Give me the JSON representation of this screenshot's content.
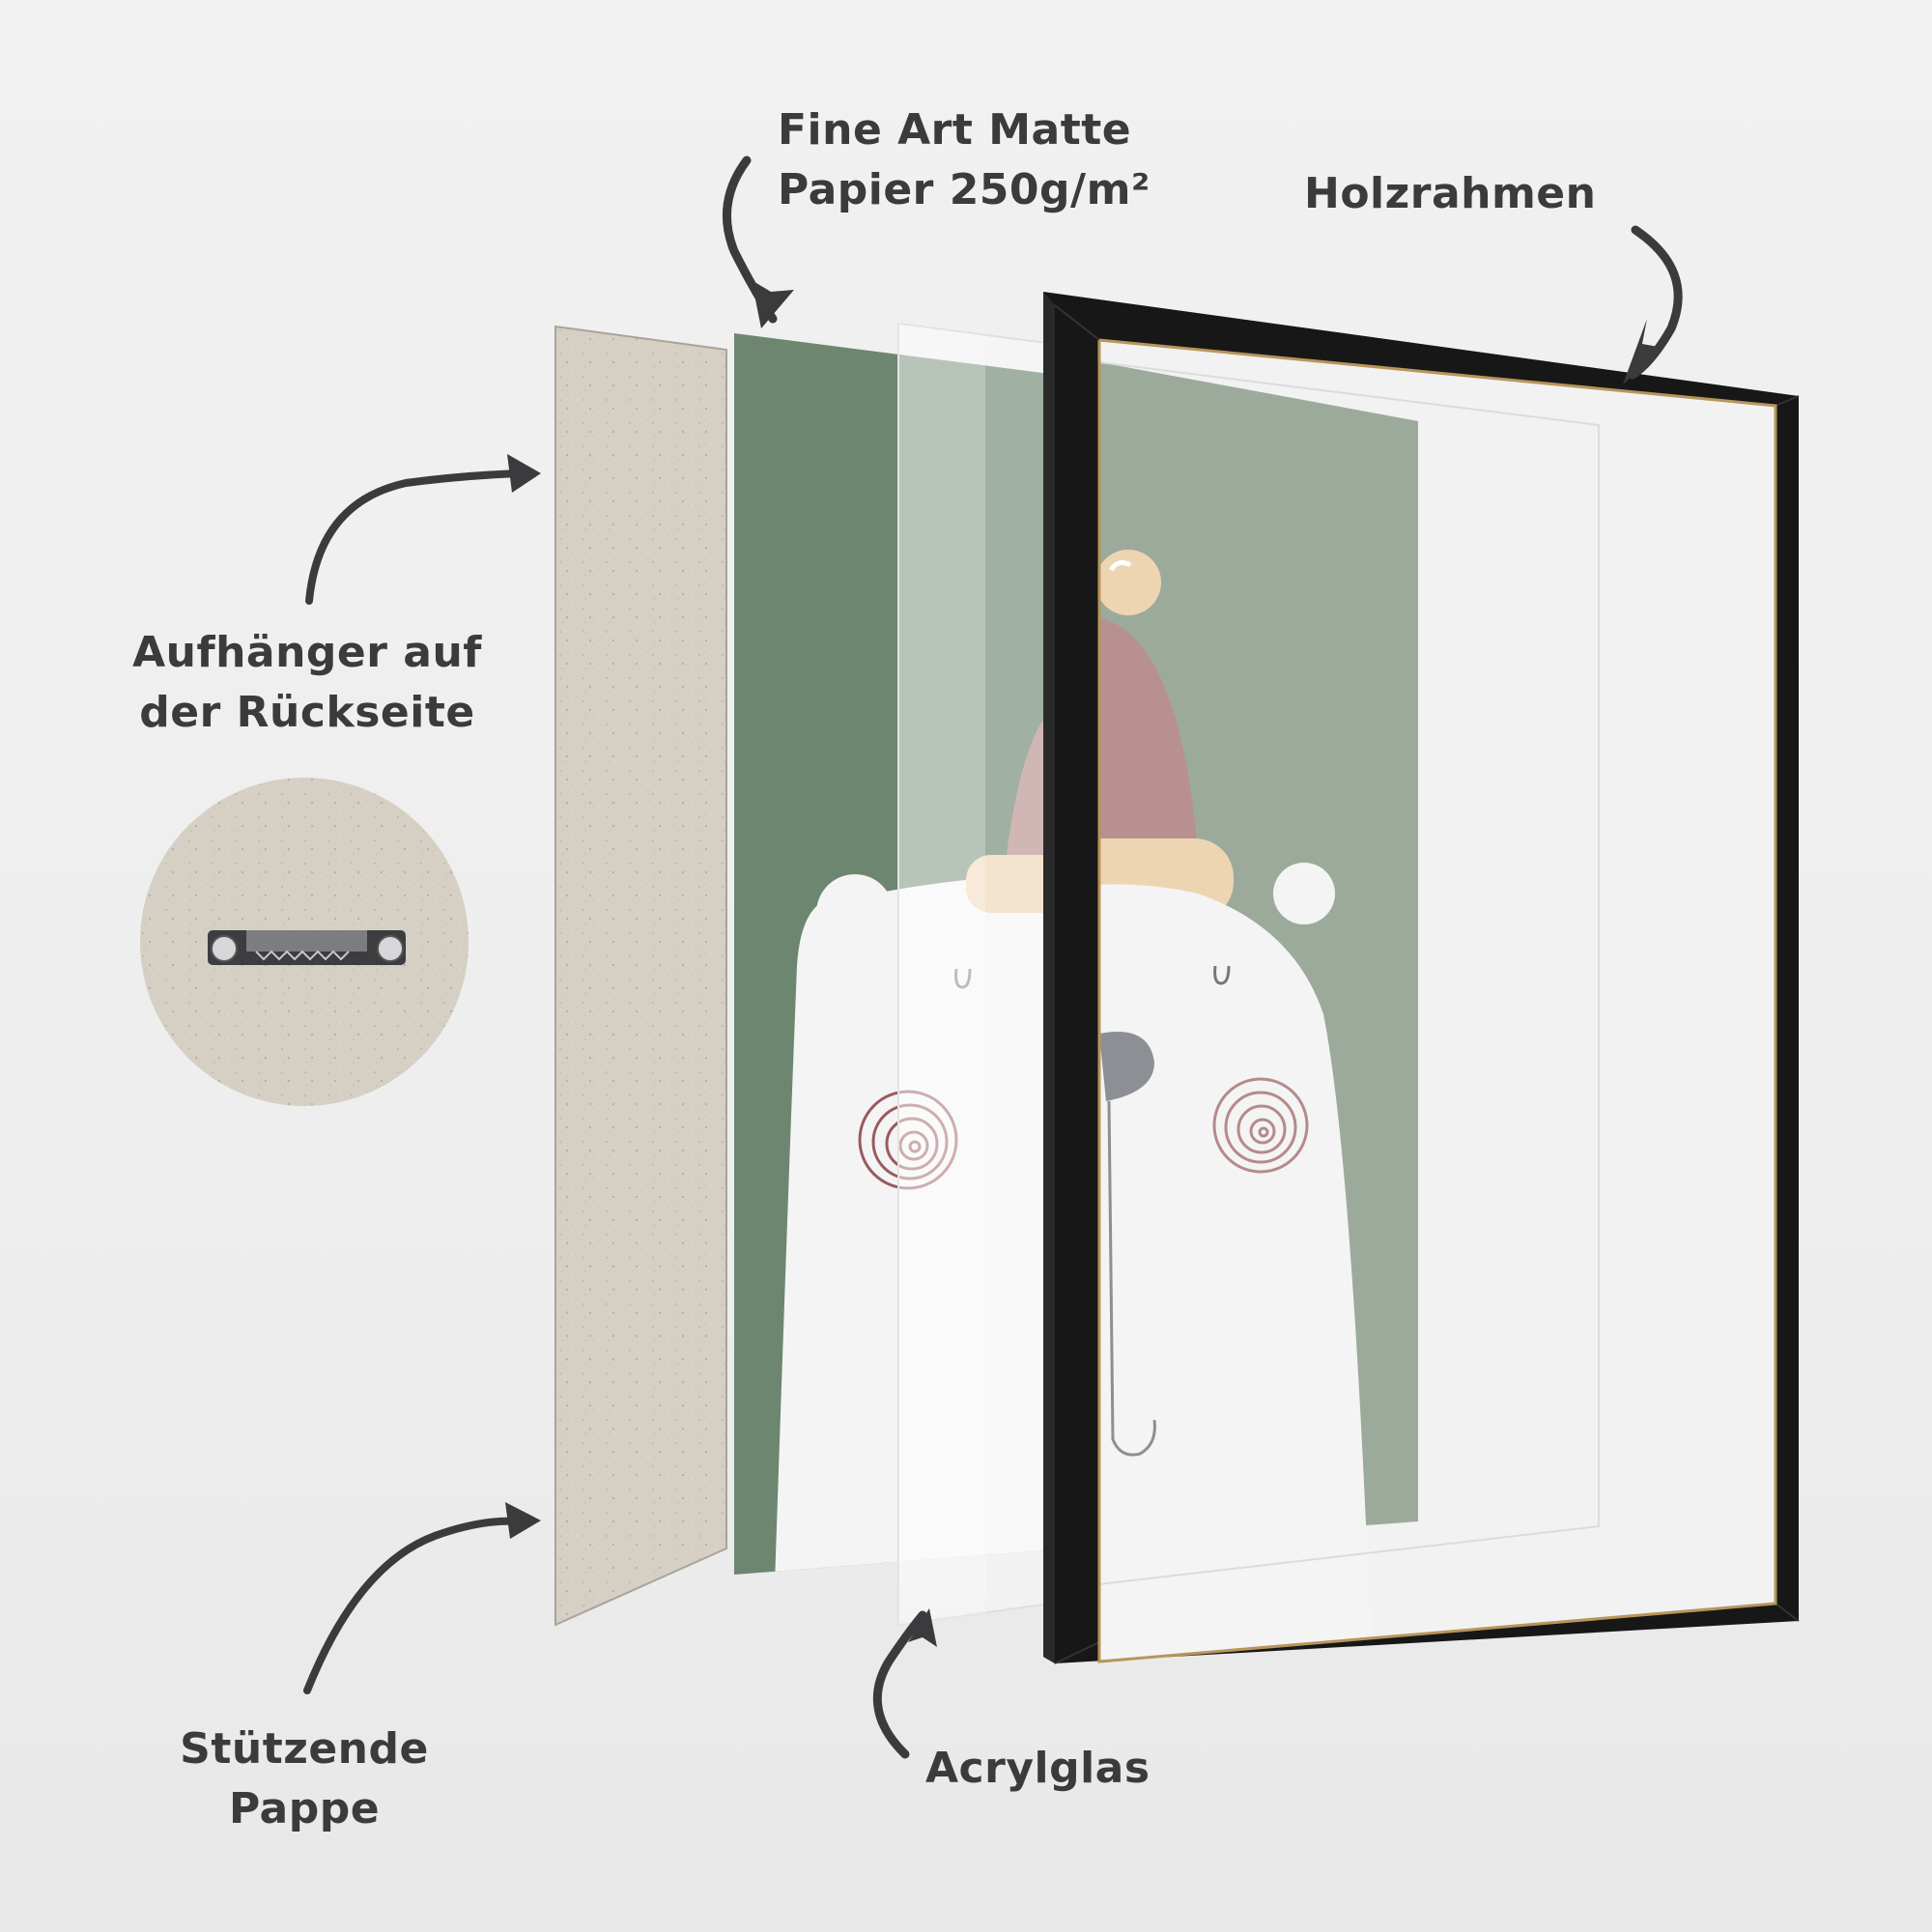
{
  "labels": {
    "paper": {
      "line1": "Fine Art Matte",
      "line2": "Papier 250g/m²"
    },
    "frame": {
      "line1": "Holzrahmen"
    },
    "hanger": {
      "line1": "Aufhänger auf",
      "line2": "der Rückseite"
    },
    "backing": {
      "line1": "Stützende",
      "line2": "Pappe"
    },
    "glass": {
      "line1": "Acrylglas"
    }
  },
  "icons": {
    "arrows": [
      "curved-arrow-to-paper",
      "curved-arrow-to-frame",
      "curved-arrow-to-hanger-board",
      "curved-arrow-to-backing",
      "curved-arrow-to-glass"
    ],
    "hanger_detail": "sawtooth-hanger-icon"
  },
  "colors": {
    "background": "#efefef",
    "text": "#3b3a3c",
    "cardboard": "#d6cfc4",
    "print_green": "#6d8670",
    "print_green_through_glass": "#9caa9c",
    "hat_red": "#b89090",
    "hat_brim": "#eed5b2",
    "bear_white": "#f4f4f4",
    "frame_black": "#171717",
    "frame_gold_edge": "#b8955a",
    "cheek_spiral": "#9a5a5e",
    "nose_gray": "#8c8f94"
  }
}
